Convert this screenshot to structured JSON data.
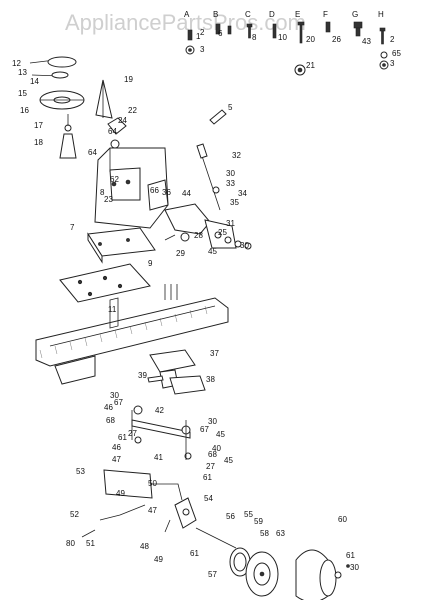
{
  "watermark": "AppliancePartsPros.com",
  "hardware_letters": [
    "A",
    "B",
    "C",
    "D",
    "E",
    "F",
    "G",
    "H"
  ],
  "callouts": [
    "1",
    "2",
    "3",
    "4",
    "5",
    "6",
    "7",
    "8",
    "9",
    "10",
    "11",
    "12",
    "13",
    "14",
    "15",
    "16",
    "17",
    "18",
    "19",
    "20",
    "21",
    "22",
    "23",
    "24",
    "25",
    "26",
    "27",
    "28",
    "29",
    "30",
    "31",
    "32",
    "33",
    "34",
    "35",
    "36",
    "37",
    "38",
    "39",
    "40",
    "41",
    "42",
    "43",
    "44",
    "45",
    "46",
    "47",
    "48",
    "49",
    "50",
    "51",
    "52",
    "53",
    "54",
    "55",
    "56",
    "57",
    "58",
    "59",
    "60",
    "61",
    "62",
    "63",
    "64",
    "65",
    "66",
    "67",
    "68",
    "80"
  ]
}
